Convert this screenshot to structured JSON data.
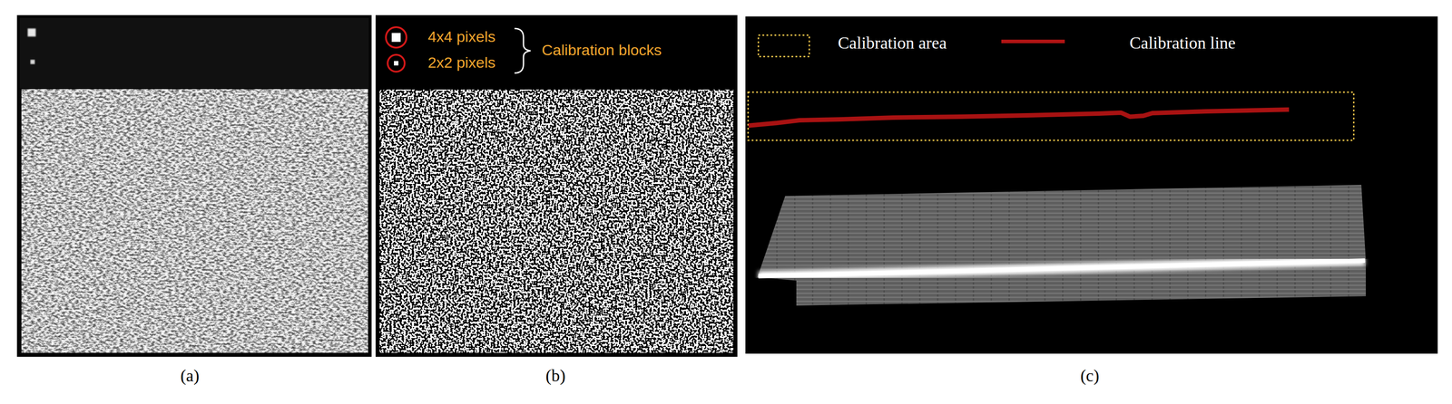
{
  "diagram": {
    "labels": [
      "4x4 pixels",
      "2x2 pixels",
      "Calibration blocks",
      "(a)",
      "(b)",
      "(c)"
    ],
    "legend": [
      {
        "text": "Calibration area"
      },
      {
        "text": "Calibration line"
      }
    ]
  }
}
